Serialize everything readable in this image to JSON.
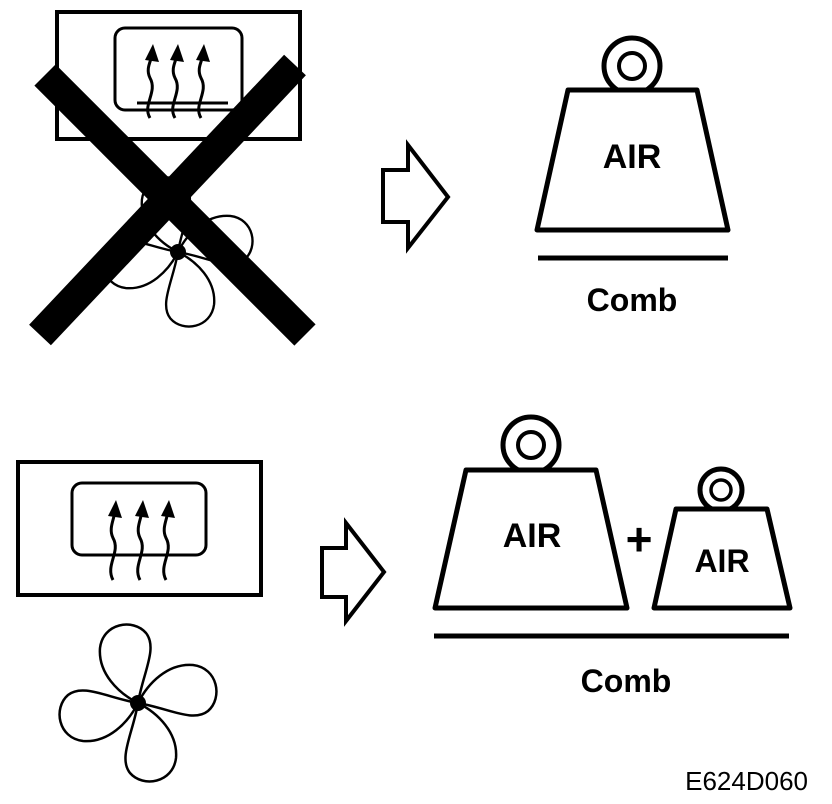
{
  "top_row": {
    "weight_label": "AIR",
    "base_label": "Comb"
  },
  "bottom_row": {
    "weight_large_label": "AIR",
    "plus_sign": "+",
    "weight_small_label": "AIR",
    "base_label": "Comb"
  },
  "figure_code": "E624D060",
  "icons": {
    "heater": "heater-box-icon",
    "fan": "fan-icon",
    "cross": "cross-out-icon",
    "arrow": "right-arrow-icon",
    "weight": "weight-icon"
  },
  "colors": {
    "ink": "#000000",
    "paper": "#ffffff"
  }
}
